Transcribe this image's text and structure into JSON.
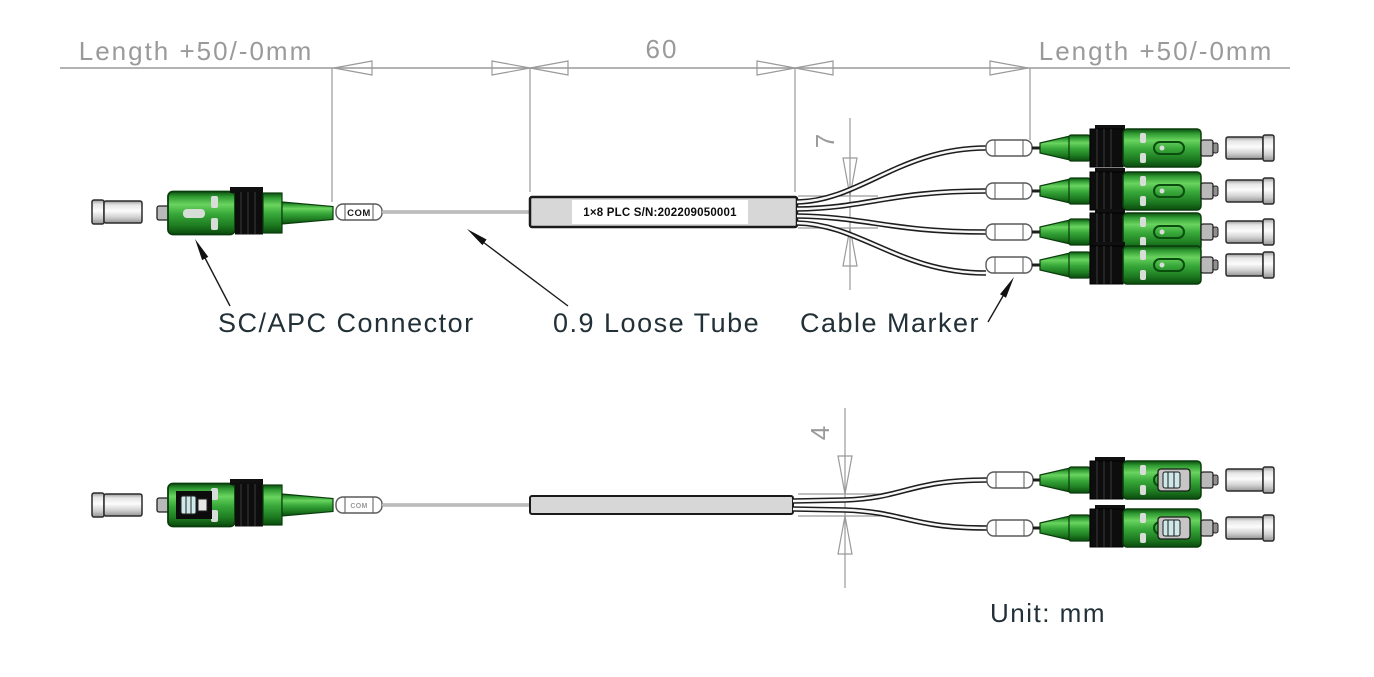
{
  "drawing": {
    "unit_note": "Unit: mm",
    "dimensions": {
      "input_length": "Length +50/-0mm",
      "splitter_length": "60",
      "output_length": "Length +50/-0mm",
      "fanout_height_top_view": "7",
      "fanout_height_bottom_view": "4"
    },
    "callouts": {
      "connector": "SC/APC Connector",
      "loose_tube": "0.9 Loose Tube",
      "cable_marker": "Cable Marker"
    },
    "splitter_tube": {
      "label": "1×8 PLC S/N:202209050001"
    },
    "input_marker": {
      "label": "COM"
    },
    "top_view": {
      "output_connectors": 4
    },
    "bottom_view": {
      "output_connectors": 2
    },
    "colors": {
      "connector_green": "#2f9a32",
      "dimension_gray": "#9a9a9a",
      "callout_text": "#223038",
      "tube_gray": "#d7d7d7"
    }
  }
}
